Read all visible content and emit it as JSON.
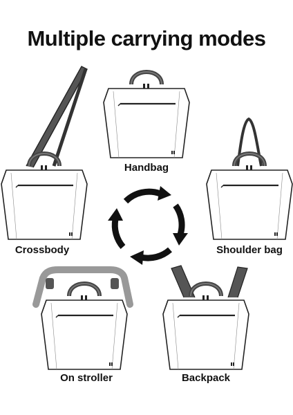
{
  "title": "Multiple carrying modes",
  "modes": [
    {
      "label": "Handbag"
    },
    {
      "label": "Crossbody"
    },
    {
      "label": "Shoulder bag"
    },
    {
      "label": "On stroller"
    },
    {
      "label": "Backpack"
    }
  ]
}
